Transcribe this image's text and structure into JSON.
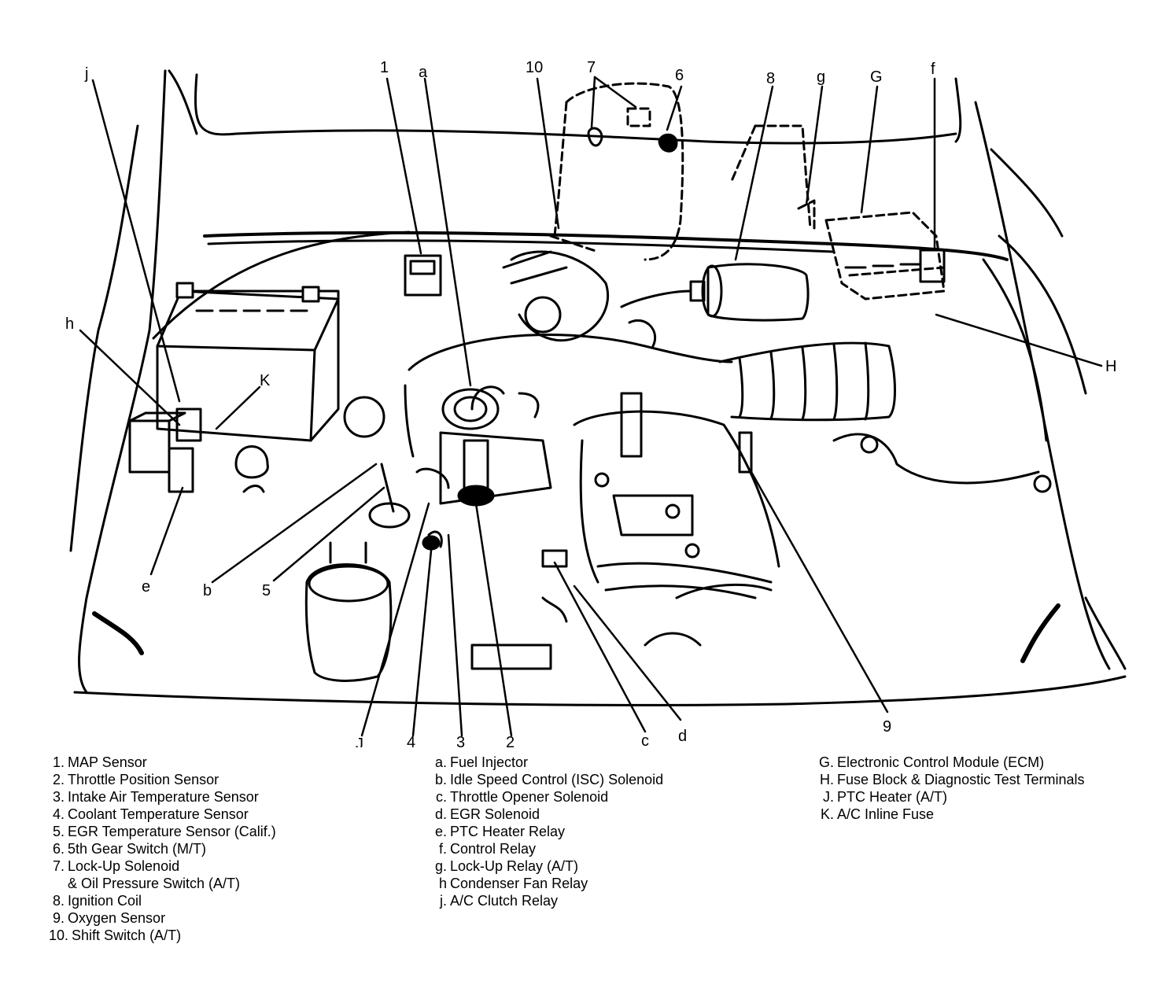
{
  "callouts": {
    "n1": "1",
    "a": "a",
    "n10": "10",
    "n7": "7",
    "n6": "6",
    "n8": "8",
    "g": "g",
    "G": "G",
    "f": "f",
    "j": "j",
    "h": "h",
    "K": "K",
    "H": "H",
    "e": "e",
    "b": "b",
    "n5": "5",
    "J": "J",
    "n4": "4",
    "n3": "3",
    "n2": "2",
    "c": "c",
    "d": "d",
    "n9": "9"
  },
  "legend": {
    "col1": [
      {
        "key": "1.",
        "text": "MAP Sensor"
      },
      {
        "key": "2.",
        "text": "Throttle Position Sensor"
      },
      {
        "key": "3.",
        "text": "Intake Air Temperature Sensor"
      },
      {
        "key": "4.",
        "text": "Coolant Temperature Sensor"
      },
      {
        "key": "5.",
        "text": "EGR Temperature Sensor (Calif.)"
      },
      {
        "key": "6.",
        "text": "5th Gear Switch (M/T)"
      },
      {
        "key": "7.",
        "text": "Lock-Up Solenoid"
      },
      {
        "key": "",
        "text": "& Oil Pressure Switch (A/T)"
      },
      {
        "key": "8.",
        "text": "Ignition Coil"
      },
      {
        "key": "9.",
        "text": "Oxygen Sensor"
      },
      {
        "key": "10.",
        "text": "Shift Switch (A/T)"
      }
    ],
    "col2": [
      {
        "key": "a.",
        "text": "Fuel Injector"
      },
      {
        "key": "b.",
        "text": "Idle Speed Control (ISC) Solenoid"
      },
      {
        "key": "c.",
        "text": "Throttle Opener Solenoid"
      },
      {
        "key": "d.",
        "text": "EGR Solenoid"
      },
      {
        "key": "e.",
        "text": "PTC Heater Relay"
      },
      {
        "key": "f.",
        "text": "Control Relay"
      },
      {
        "key": "g.",
        "text": "Lock-Up Relay (A/T)"
      },
      {
        "key": "h",
        "text": "Condenser Fan Relay"
      },
      {
        "key": "j.",
        "text": "A/C Clutch Relay"
      }
    ],
    "col3": [
      {
        "key": "G.",
        "text": "Electronic Control Module (ECM)"
      },
      {
        "key": "H.",
        "text": "Fuse Block & Diagnostic Test Terminals"
      },
      {
        "key": "J.",
        "text": "PTC Heater (A/T)"
      },
      {
        "key": "K.",
        "text": "A/C Inline Fuse"
      }
    ]
  }
}
